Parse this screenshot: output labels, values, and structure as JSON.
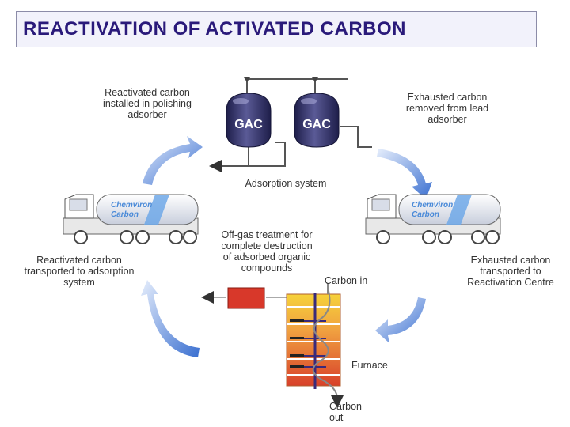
{
  "title": "REACTIVATION OF ACTIVATED CARBON",
  "tank_label": "GAC",
  "truck_brand_line1": "Chemviron",
  "truck_brand_line2": "Carbon",
  "labels": {
    "reactivated_installed": [
      "Reactivated carbon",
      "installed in polishing",
      "adsorber"
    ],
    "exhausted_removed": [
      "Exhausted carbon",
      "removed from lead",
      "adsorber"
    ],
    "adsorption_system": "Adsorption system",
    "reactivated_transported": [
      "Reactivated carbon",
      "transported to adsorption",
      "system"
    ],
    "exhausted_transported": [
      "Exhausted carbon",
      "transported to"
    ],
    "reactivation_centre": "Reactivation Centre",
    "offgas": [
      "Off-gas treatment for",
      "complete destruction",
      "of adsorbed organic",
      "compounds"
    ],
    "carbon_in": "Carbon in",
    "furnace": "Furnace",
    "carbon_out": [
      "Carbon",
      "out"
    ]
  },
  "colors": {
    "title_text": "#2a1a7a",
    "arrow_blue": "#3a6fd0",
    "tank_dark": "#2c2c66",
    "furnace_top": "#f6d23a",
    "furnace_bottom": "#d8402a",
    "offgas_box": "#d8382a"
  }
}
